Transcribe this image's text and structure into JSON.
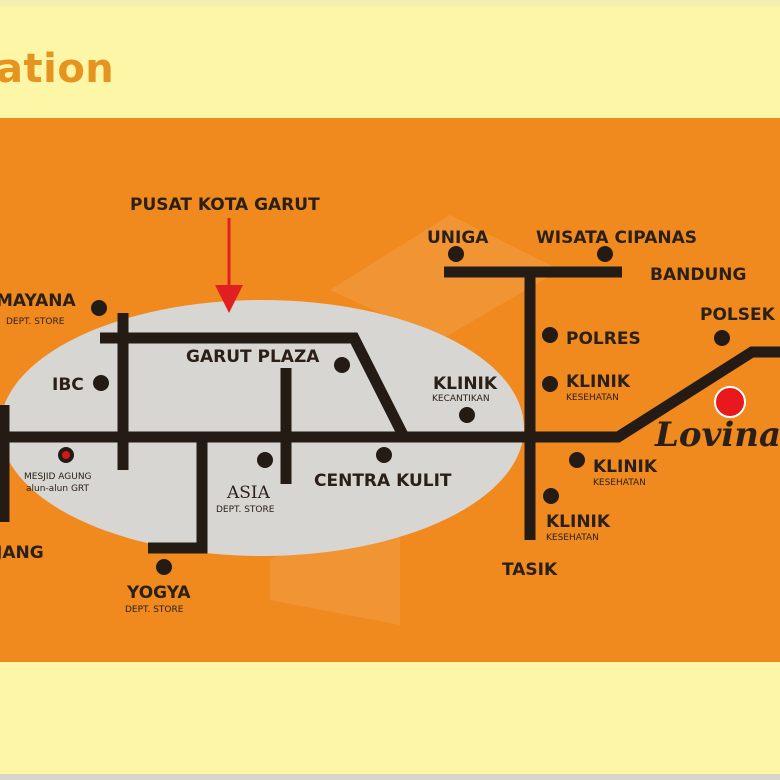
{
  "header": {
    "title": "ation"
  },
  "colors": {
    "map_background": "#f08a1e",
    "band_background": "#fdf6a6",
    "city_center_area": "#d8d6d2",
    "road": "#231b14",
    "marker": "#231b14",
    "arrow": "#e02020",
    "destination_marker": "#e8181c"
  },
  "map": {
    "city_center_label": "PUSAT KOTA GARUT",
    "places": {
      "ramayana": {
        "name": "MAYANA",
        "sub": "DEPT. STORE"
      },
      "ibc": {
        "name": "IBC"
      },
      "mesjid_agung": {
        "name": "MESJID AGUNG",
        "sub": "alun-alun GRT"
      },
      "garut_plaza": {
        "name": "GARUT PLAZA"
      },
      "asia": {
        "name": "ASIA",
        "sub": "DEPT. STORE"
      },
      "centra_kulit": {
        "name": "CENTRA KULIT"
      },
      "yogya": {
        "name": "YOGYA",
        "sub": "DEPT. STORE"
      },
      "west_road": {
        "name": "JANG"
      },
      "klinik_kecantikan": {
        "name": "KLINIK",
        "sub": "KECANTIKAN"
      },
      "uniga": {
        "name": "UNIGA"
      },
      "wisata_cipanas": {
        "name": "WISATA CIPANAS"
      },
      "bandung": {
        "name": "BANDUNG"
      },
      "polres": {
        "name": "POLRES"
      },
      "klinik_1": {
        "name": "KLINIK",
        "sub": "KESEHATAN"
      },
      "klinik_2": {
        "name": "KLINIK",
        "sub": "KESEHATAN"
      },
      "klinik_3": {
        "name": "KLINIK",
        "sub": "KESEHATAN"
      },
      "tasik": {
        "name": "TASIK"
      },
      "polsek": {
        "name": "POLSEK"
      },
      "lovina": {
        "name": "Lovina"
      }
    }
  }
}
